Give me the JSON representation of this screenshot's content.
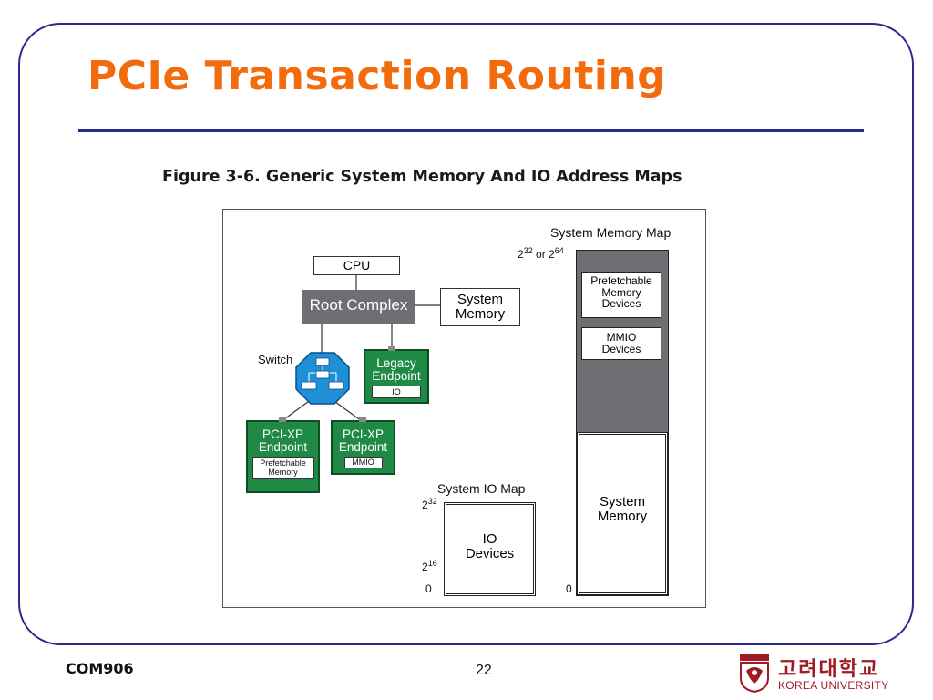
{
  "slide": {
    "title": "PCIe Transaction Routing",
    "footer_course": "COM906",
    "page_number": "22"
  },
  "figure": {
    "caption": "Figure 3-6. Generic System Memory And IO Address Maps",
    "cpu": "CPU",
    "root_complex": "Root Complex",
    "system_memory_box": [
      "System",
      "Memory"
    ],
    "switch": "Switch",
    "legacy_endpoint": [
      "Legacy",
      "Endpoint"
    ],
    "legacy_io": "IO",
    "pcixp_left": [
      "PCI-XP",
      "Endpoint"
    ],
    "pcixp_left_sub": [
      "Prefetchable",
      "Memory"
    ],
    "pcixp_right": [
      "PCI-XP",
      "Endpoint"
    ],
    "pcixp_right_sub": "MMIO",
    "io_map": {
      "title": "System IO Map",
      "top_base": "2",
      "top_exp": "32",
      "mid_base": "2",
      "mid_exp": "16",
      "zero": "0",
      "region": [
        "IO",
        "Devices"
      ]
    },
    "mem_map": {
      "title": "System Memory Map",
      "top_a_base": "2",
      "top_a_exp": "32",
      "top_or": "or",
      "top_b_base": "2",
      "top_b_exp": "64",
      "zero": "0",
      "prefetchable": [
        "Prefetchable",
        "Memory",
        "Devices"
      ],
      "mmio": [
        "MMIO",
        "Devices"
      ],
      "system_memory": [
        "System",
        "Memory"
      ]
    }
  },
  "logo": {
    "korean": "고려대학교",
    "english": "KOREA UNIVERSITY"
  },
  "colors": {
    "title": "#f26c0d",
    "frame": "#2a2a8c",
    "green": "#1f8a45",
    "gray": "#6d6f72",
    "switch_blue": "#1f8fd6",
    "logo": "#a01b24"
  }
}
